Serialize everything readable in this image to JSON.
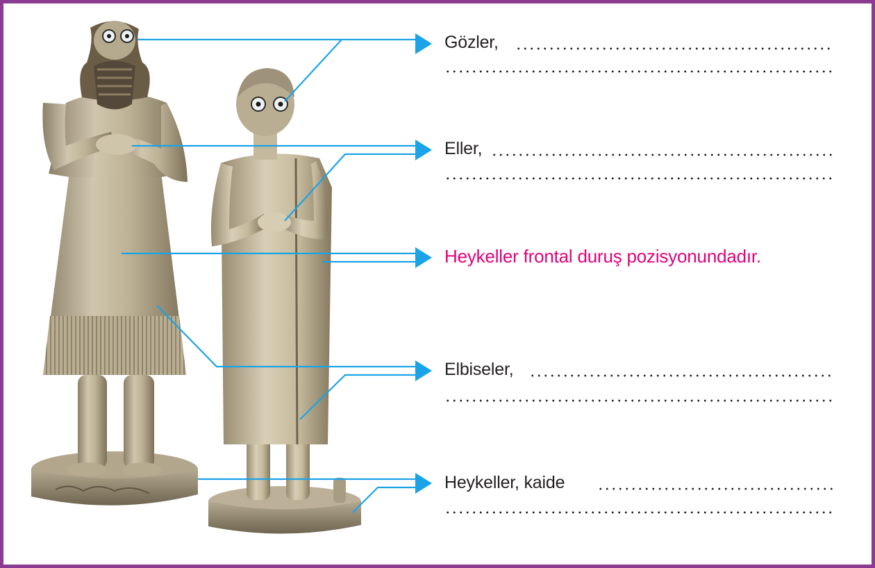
{
  "colors": {
    "frame": "#8b3c92",
    "leader_line": "#1aa3e8",
    "highlight_text": "#e2007a",
    "body_text": "#231f20"
  },
  "labels": {
    "eyes": "Gözler,",
    "hands": "Eller,",
    "frontal": "Heykeller frontal duruş pozisyonundadır.",
    "clothes": "Elbiseler,",
    "base": "Heykeller, kaide"
  },
  "figures": {
    "left": "male-statue-figure",
    "right": "female-statue-figure"
  }
}
